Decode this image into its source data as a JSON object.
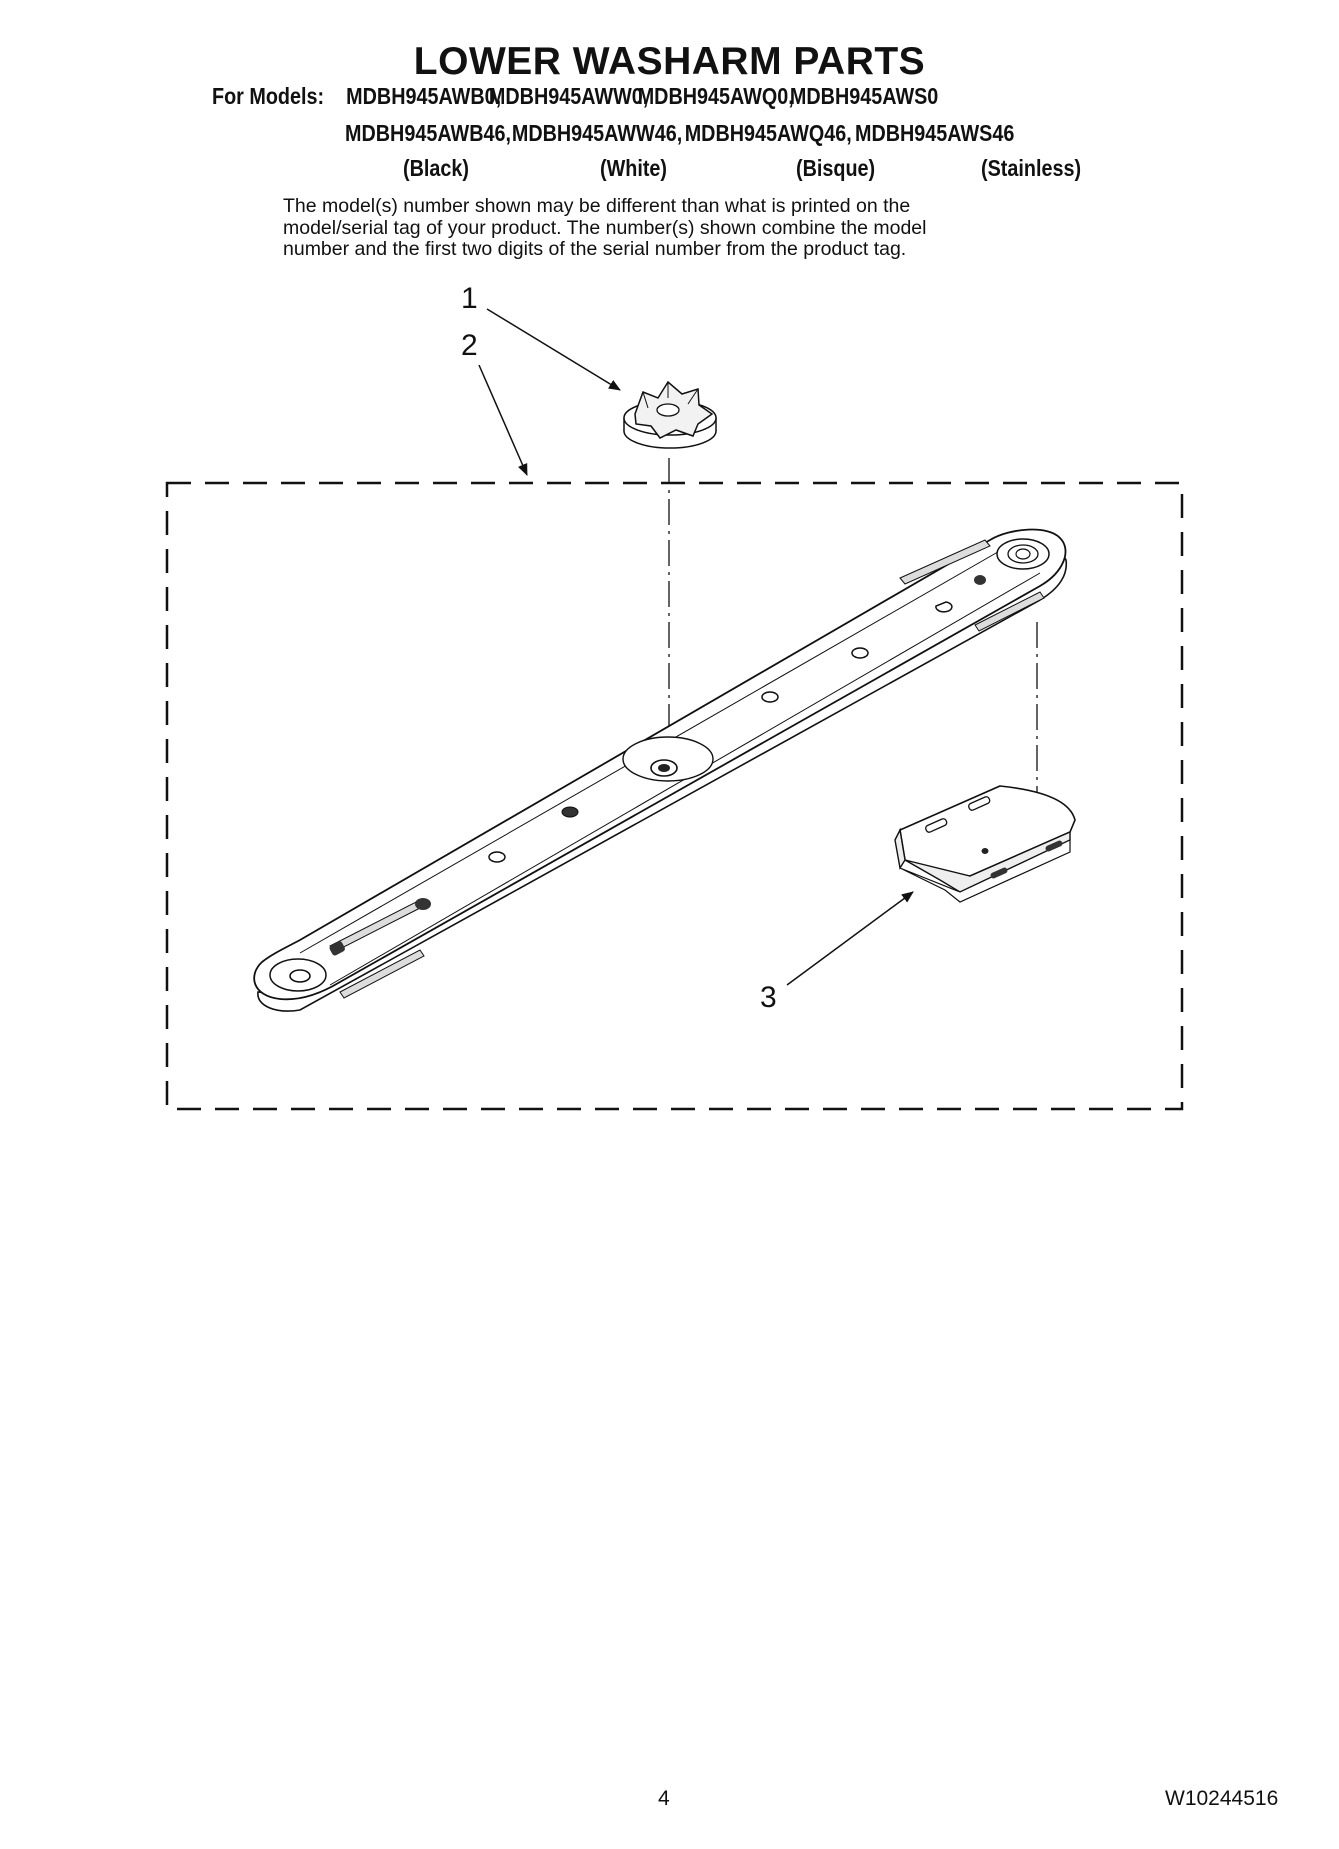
{
  "title": "LOWER WASHARM PARTS",
  "models": {
    "prefix": "For Models:",
    "row1": [
      "MDBH945AWB0,",
      "MDBH945AWW0,",
      "MDBH945AWQ0,",
      "MDBH945AWS0"
    ],
    "row2": [
      "MDBH945AWB46,",
      "MDBH945AWW46,",
      "MDBH945AWQ46,",
      "MDBH945AWS46"
    ],
    "colors": [
      "(Black)",
      "(White)",
      "(Bisque)",
      "(Stainless)"
    ]
  },
  "note": [
    "The model(s) number shown may be different than what is printed on the",
    "model/serial tag of your product. The number(s) shown combine the model",
    "number and the first two digits of the serial number from the product tag."
  ],
  "callouts": [
    "1",
    "2",
    "3"
  ],
  "footer": {
    "page_number": "4",
    "document_number": "W10244516"
  }
}
